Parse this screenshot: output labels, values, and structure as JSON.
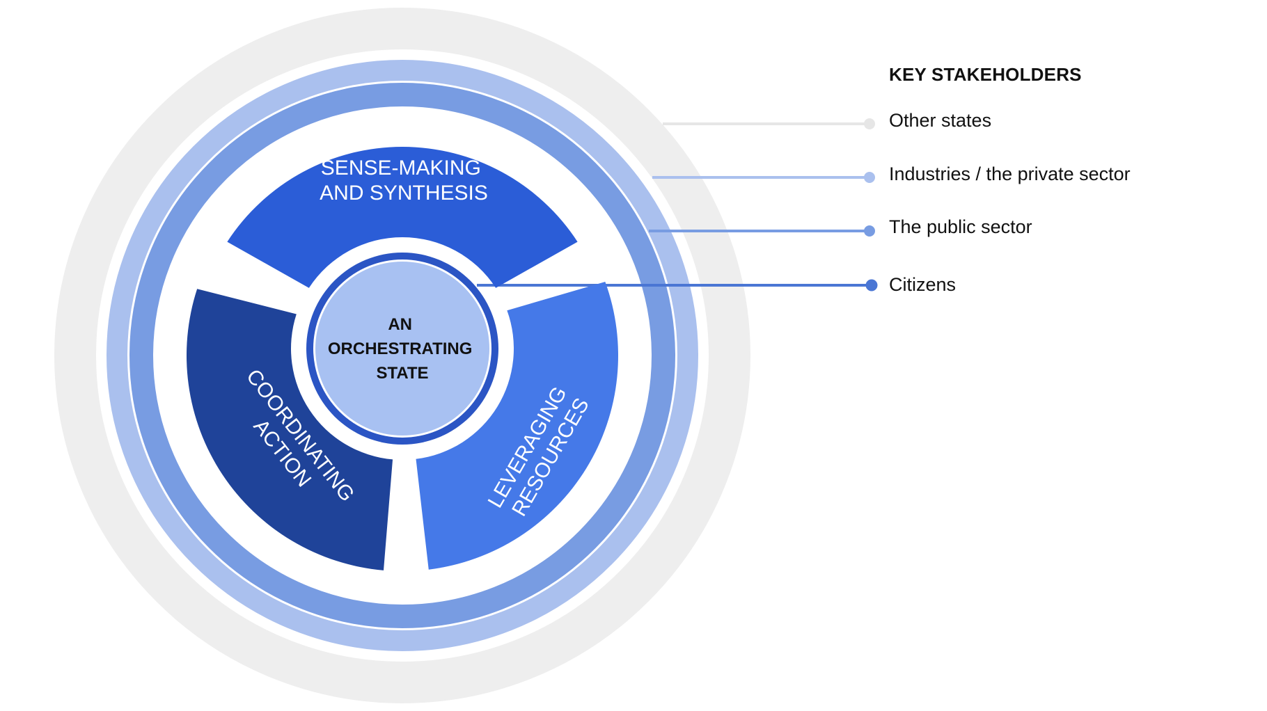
{
  "diagram": {
    "core": {
      "lines": [
        "AN",
        "ORCHESTRATING",
        "STATE"
      ]
    },
    "segments": [
      {
        "id": "sense-making",
        "lines": [
          "SENSE-MAKING",
          "AND SYNTHESIS"
        ],
        "color": "#2B5DD7"
      },
      {
        "id": "coordinating",
        "lines": [
          "COORDINATING",
          "ACTION"
        ],
        "color": "#1F4399"
      },
      {
        "id": "leveraging",
        "lines": [
          "LEVERAGING",
          "RESOURCES"
        ],
        "color": "#4579E8"
      }
    ],
    "rings": [
      {
        "name": "Citizens",
        "color": "#2B55C4"
      },
      {
        "name": "The public sector",
        "color": "#789CE2"
      },
      {
        "name": "Industries / the private sector",
        "color": "#AAC0EE"
      },
      {
        "name": "Other states",
        "color": "#EEEEEE"
      }
    ],
    "core_fill": "#A8C1F2"
  },
  "legend": {
    "title": "KEY STAKEHOLDERS",
    "items": [
      {
        "label": "Other states",
        "color": "#E6E6E6"
      },
      {
        "label": "Industries / the private sector",
        "color": "#AAC0EE"
      },
      {
        "label": "The public sector",
        "color": "#789CE2"
      },
      {
        "label": "Citizens",
        "color": "#4A76D4"
      }
    ]
  }
}
